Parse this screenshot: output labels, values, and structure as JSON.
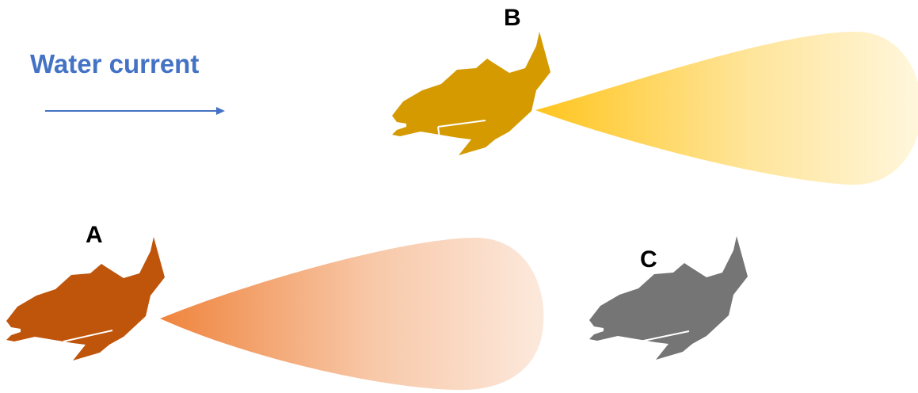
{
  "legend": {
    "text": "Water current",
    "color": "#4472c4"
  },
  "fishes": [
    {
      "id": "B",
      "label": "B",
      "color": "#d49a00",
      "plume": {
        "visible": true,
        "color": "#ffc51e"
      }
    },
    {
      "id": "A",
      "label": "A",
      "color": "#bf550b",
      "plume": {
        "visible": true,
        "color": "#ef843d"
      }
    },
    {
      "id": "C",
      "label": "C",
      "color": "#757575",
      "plume": {
        "visible": false
      }
    }
  ]
}
